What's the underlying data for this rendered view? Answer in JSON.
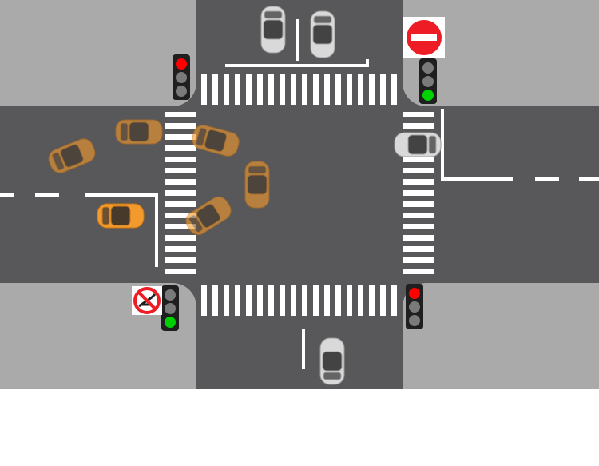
{
  "scene": {
    "colors": {
      "sidewalk": "#aaaaab",
      "road": "#58585a",
      "marking": "#ffffff",
      "silver_car": "#d9d9d9",
      "orange_car": "#f29a2e",
      "light_red": "#ff0000",
      "light_green": "#00d100",
      "light_off": "#7a7a7a",
      "sign_red": "#ee1c25",
      "background": "#ffffff"
    },
    "traffic_lights": [
      {
        "id": "top-left",
        "active": "red"
      },
      {
        "id": "top-right",
        "active": "green"
      },
      {
        "id": "bottom-left",
        "active": "green"
      },
      {
        "id": "bottom-right",
        "active": "red"
      }
    ],
    "signs": [
      {
        "id": "no-entry",
        "icon": "no-entry-sign-icon"
      },
      {
        "id": "no-turn",
        "icon": "no-u-turn-sign-icon"
      }
    ],
    "cars": {
      "silver": 4,
      "orange_ghost_positions": 6,
      "orange_solid": 1
    }
  }
}
